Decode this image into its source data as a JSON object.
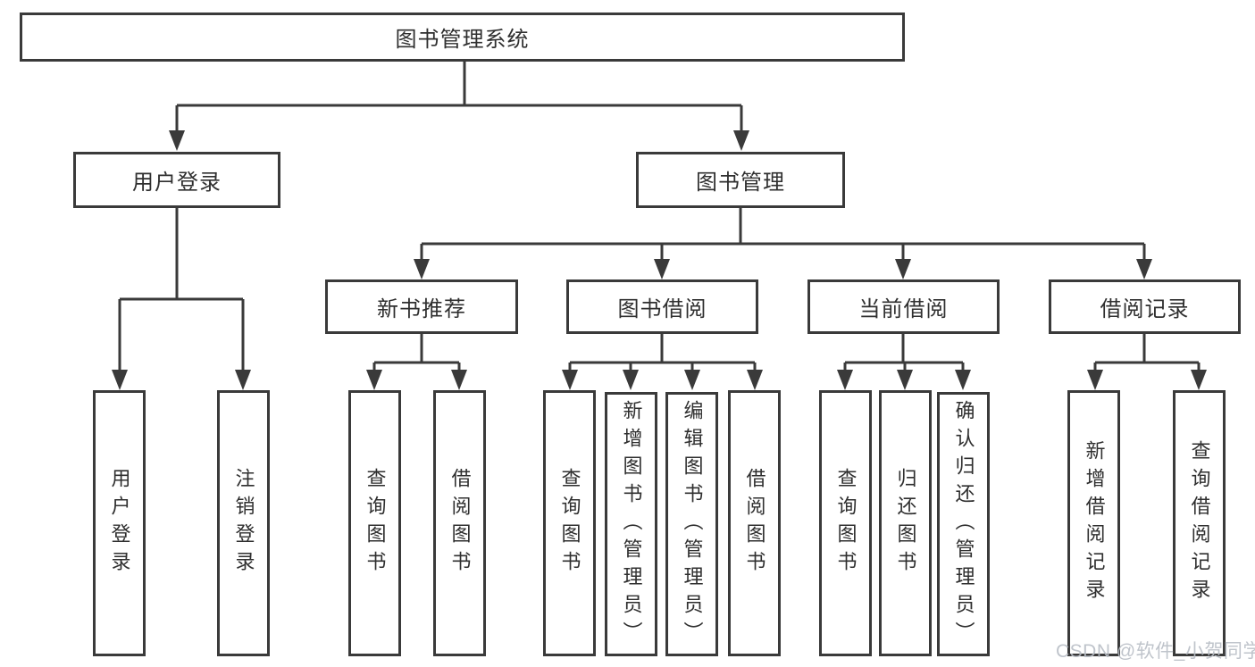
{
  "diagram": {
    "root": {
      "label": "图书管理系统"
    },
    "level2": [
      {
        "label": "用户登录"
      },
      {
        "label": "图书管理"
      }
    ],
    "level3": [
      {
        "label": "新书推荐"
      },
      {
        "label": "图书借阅"
      },
      {
        "label": "当前借阅"
      },
      {
        "label": "借阅记录"
      }
    ],
    "leaves": [
      "用户登录",
      "注销登录",
      "查询图书",
      "借阅图书",
      "查询图书",
      "新增图书（管理员）",
      "编辑图书（管理员）",
      "借阅图书",
      "查询图书",
      "归还图书",
      "确认归还（管理员）",
      "新增借阅记录",
      "查询借阅记录"
    ],
    "watermark": "CSDN @软件_小贺同学",
    "colors": {
      "line": "#3a3a3a",
      "text": "#2f2f2f",
      "watermark": "#b9bec6",
      "background": "#ffffff"
    }
  }
}
